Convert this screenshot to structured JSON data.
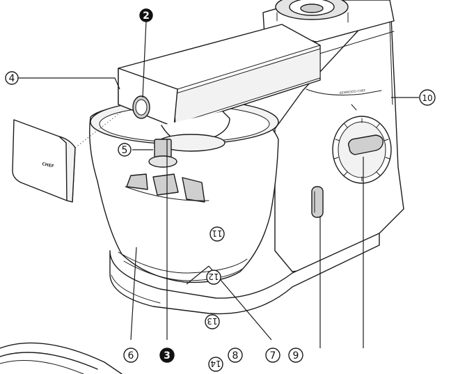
{
  "callouts": {
    "c2": "2",
    "c3": "3",
    "c4": "4",
    "c5": "5",
    "c6": "6",
    "c7": "7",
    "c8": "8",
    "c9": "9",
    "c10": "10",
    "c11": "11",
    "c12": "12",
    "c13": "13",
    "c14": "14"
  },
  "product": {
    "cover_logo": "CHEF",
    "body_text": "KENWOOD CHEF"
  },
  "colors": {
    "line": "#1a1a1a",
    "filled_callout": "#111111",
    "background": "#ffffff"
  }
}
